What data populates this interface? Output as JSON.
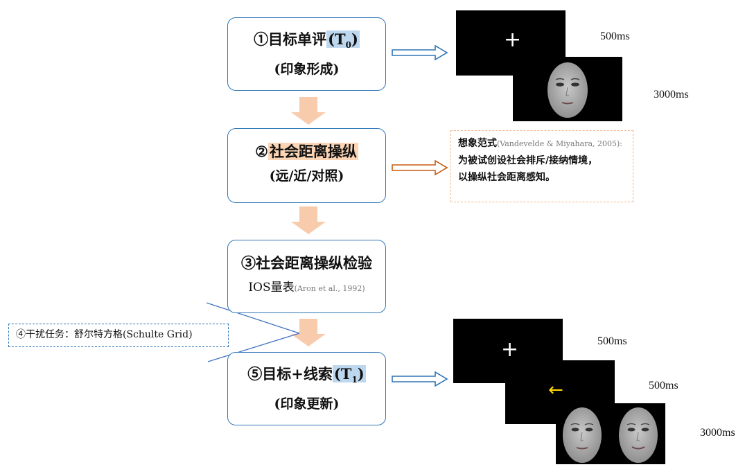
{
  "steps": [
    {
      "title": "①目标单评",
      "tag_main": "T",
      "tag_sub": "0",
      "subtitle": "(印象形成)"
    },
    {
      "title_prefix": "②",
      "title_highlight": "社会距离操纵",
      "subtitle": "(远/近/对照)"
    },
    {
      "title": "③社会距离操纵检验",
      "subtitle_main": "IOS量表",
      "subtitle_cite": "(Aron et al., 1992)"
    },
    {
      "title": "⑤目标+线索",
      "tag_main": "T",
      "tag_sub": "1",
      "subtitle": "(印象更新)"
    }
  ],
  "distractor": {
    "label": "④干扰任务：舒尔特方格(Schulte Grid)"
  },
  "manipulation_note": {
    "heading": "想象范式",
    "cite": "(Vandevelde & Miyahara, 2005)",
    "colon": ":",
    "line2": "为被试创设社会排斥/接纳情境，",
    "line3": "以操纵社会距离感知。"
  },
  "sequence_top": {
    "fixation": "+",
    "t1": "500ms",
    "t2": "3000ms"
  },
  "sequence_bottom": {
    "fixation": "+",
    "cue": "←",
    "t1": "500ms",
    "t2": "500ms",
    "t3": "3000ms"
  },
  "colors": {
    "box_border": "#2e75b6",
    "down_arrow": "#f8cbad",
    "orange_arrow": "#c55a11",
    "blue_arrow": "#2e75b6",
    "cue_arrow": "#ffd700"
  }
}
